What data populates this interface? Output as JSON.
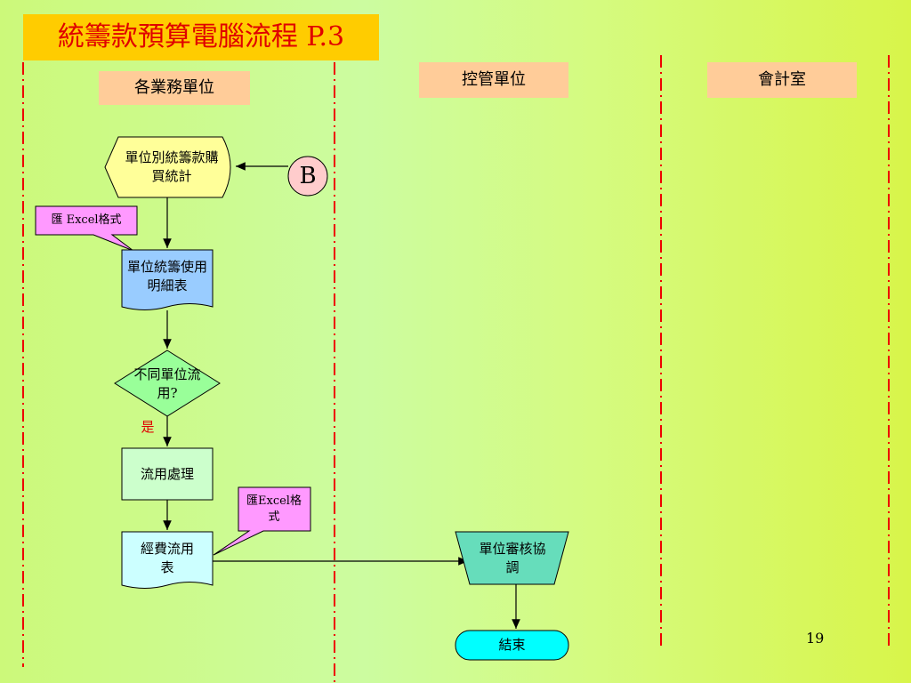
{
  "title": "統籌款預算電腦流程 P.3",
  "lanes": {
    "lane1": "各業務單位",
    "lane2": "控管單位",
    "lane3": "會計室"
  },
  "nodes": {
    "stats": "單位別統籌款購買統計",
    "connector": "B",
    "callout1": "匯 Excel格式",
    "usage_table": "單位統籌使用明細表",
    "decision": "不同單位流用?",
    "yes_label": "是",
    "transfer": "流用處理",
    "callout2": "匯Excel格式",
    "expense_table": "經費流用表",
    "review": "單位審核協調",
    "end": "結束"
  },
  "colors": {
    "title_bg": "#ffcc00",
    "title_text": "#e00000",
    "lane_header": "#ffcc99",
    "display_shape": "#ffff99",
    "connector": "#ffcccc",
    "callout": "#ff99ff",
    "document_blue": "#99ccff",
    "decision": "#99ff99",
    "process": "#ccffcc",
    "document_cyan": "#ccffff",
    "manual_op": "#66ddbb",
    "terminator": "#00ffff",
    "divider": "#ee0000"
  },
  "page_number": "19"
}
